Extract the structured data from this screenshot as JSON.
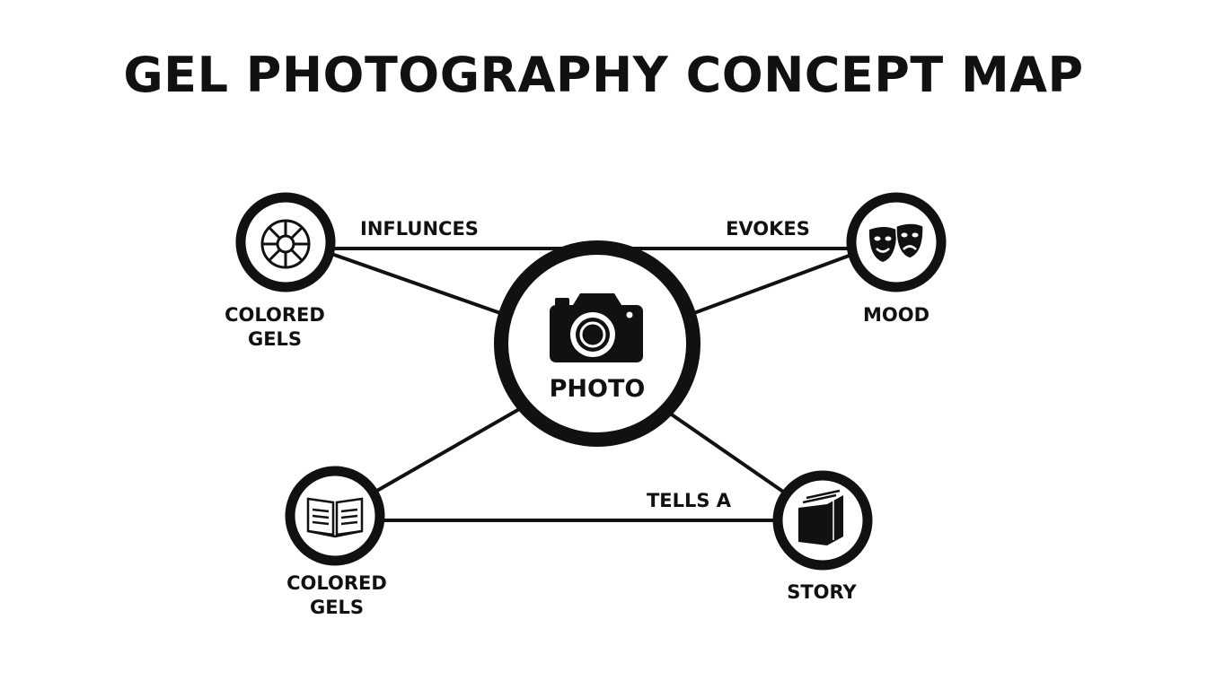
{
  "title": "GEL PHOTOGRAPHY CONCEPT MAP",
  "nodes": {
    "photo": {
      "label": "PHOTO",
      "icon": "camera-icon"
    },
    "colored_gels_top": {
      "label": "COLORED\nGELS",
      "icon": "color-wheel-icon"
    },
    "mood": {
      "label": "MOOD",
      "icon": "theater-masks-icon"
    },
    "colored_gels_bottom": {
      "label": "COLORED\nGELS",
      "icon": "open-book-icon"
    },
    "story": {
      "label": "STORY",
      "icon": "closed-book-icon"
    }
  },
  "edges": {
    "influnces": "INFLUNCES",
    "evokes": "EVOKES",
    "tells_a": "TELLS A"
  },
  "colors": {
    "ink": "#111111",
    "background": "#ffffff"
  }
}
